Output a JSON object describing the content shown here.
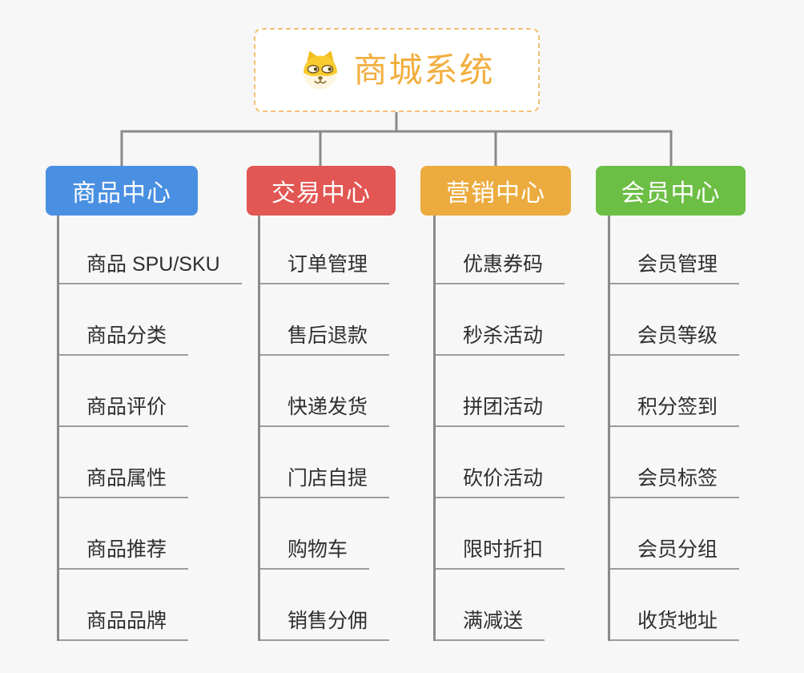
{
  "root": {
    "title": "商城系统",
    "icon": "dog-face-icon",
    "title_color": "#f2ae3e",
    "border_color": "#f6c272"
  },
  "colors": {
    "connector": "#8a8a8a",
    "underline": "#9c9c9c",
    "background": "#f7f7f7",
    "child_text": "#2f2f2f"
  },
  "branches": [
    {
      "label": "商品中心",
      "color": "#4a90e2",
      "items": [
        "商品 SPU/SKU",
        "商品分类",
        "商品评价",
        "商品属性",
        "商品推荐",
        "商品品牌"
      ]
    },
    {
      "label": "交易中心",
      "color": "#e25653",
      "items": [
        "订单管理",
        "售后退款",
        "快递发货",
        "门店自提",
        "购物车",
        "销售分佣"
      ]
    },
    {
      "label": "营销中心",
      "color": "#ecab3e",
      "items": [
        "优惠券码",
        "秒杀活动",
        "拼团活动",
        "砍价活动",
        "限时折扣",
        "满减送"
      ]
    },
    {
      "label": "会员中心",
      "color": "#6cbe44",
      "items": [
        "会员管理",
        "会员等级",
        "积分签到",
        "会员标签",
        "会员分组",
        "收货地址"
      ]
    }
  ]
}
